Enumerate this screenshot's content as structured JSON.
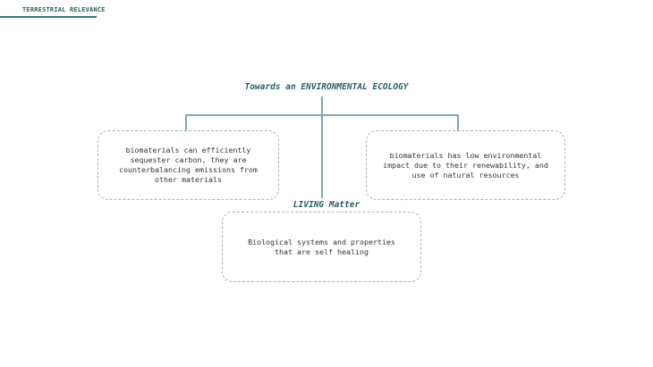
{
  "header": {
    "section_label": "TERRESTRIAL RELEVANCE"
  },
  "diagram": {
    "top_title": "Towards an ENVIRONMENTAL ECOLOGY",
    "left_box": "biomaterials can efficiently sequester carbon, they are counterbalancing emissions from other materials",
    "right_box": "biomaterials has low environmental impact due to their renewability, and use of natural resources",
    "bottom_title": "LIVING Matter",
    "bottom_box": "Biological systems and properties that are self healing"
  },
  "colors": {
    "accent": "#2a5f66",
    "connector": "#7fa8b2",
    "box_border": "#a3b3b8"
  }
}
